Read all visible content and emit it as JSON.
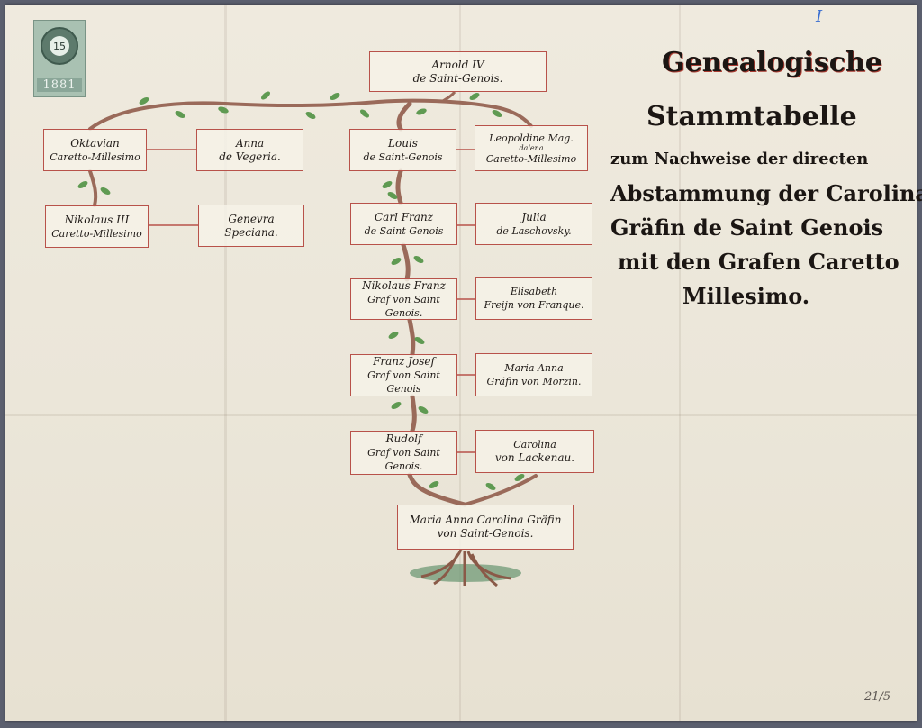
{
  "stamp": {
    "value": "15",
    "year": "1881"
  },
  "archive_mark": "I",
  "folio": "21/5",
  "title": {
    "line1": "Genealogische",
    "line2": "Stammtabelle",
    "line3": "zum Nachweise der directen",
    "line4": "Abstammung der Carolina",
    "line5": "Gräfin de Saint Genois",
    "line6": "mit den Grafen Caretto",
    "line7": "Millesimo."
  },
  "persons": {
    "arnold": {
      "l1": "Arnold IV",
      "l2": "de Saint-Genois."
    },
    "oktavian": {
      "l1": "Oktavian",
      "l2": "Caretto-Millesimo"
    },
    "anna_vegeria": {
      "l1": "Anna",
      "l2": "de Vegeria."
    },
    "louis": {
      "l1": "Louis",
      "l2": "de Saint-Genois"
    },
    "leopoldine": {
      "l1": "Leopoldine Mag.",
      "sup": "dalena",
      "l2": "Caretto-Millesimo"
    },
    "nikolaus3": {
      "l1": "Nikolaus III",
      "l2": "Caretto-Millesimo"
    },
    "genevra": {
      "l1": "Genevra",
      "l2": "Speciana."
    },
    "karl_franz": {
      "l1": "Carl Franz",
      "l2": "de Saint Genois"
    },
    "julia": {
      "l1": "Julia",
      "l2": "de Laschovsky."
    },
    "nikolaus_franz": {
      "l1": "Nikolaus Franz",
      "l2": "Graf von Saint Genois."
    },
    "elisabeth": {
      "l1": "Elisabeth",
      "l2": "Freijn von Franque."
    },
    "franz_josef": {
      "l1": "Franz Josef",
      "l2": "Graf von Saint Genois"
    },
    "maria_anna": {
      "l1": "Maria Anna",
      "l2": "Gräfin von Morzin."
    },
    "rudolf": {
      "l1": "Rudolf",
      "l2": "Graf von Saint Genois."
    },
    "carolina": {
      "l1": "Carolina",
      "l2": "von Lackenau."
    },
    "maria_anna_carolina": {
      "l1": "Maria Anna Carolina Gräfin",
      "l2": "von Saint-Genois."
    }
  },
  "colors": {
    "box_border": "#b8524a",
    "branch": "#9a6a5a",
    "leaf": "#5f9a52",
    "ink": "#1f1a17",
    "stamp": "#a9c1b2"
  }
}
